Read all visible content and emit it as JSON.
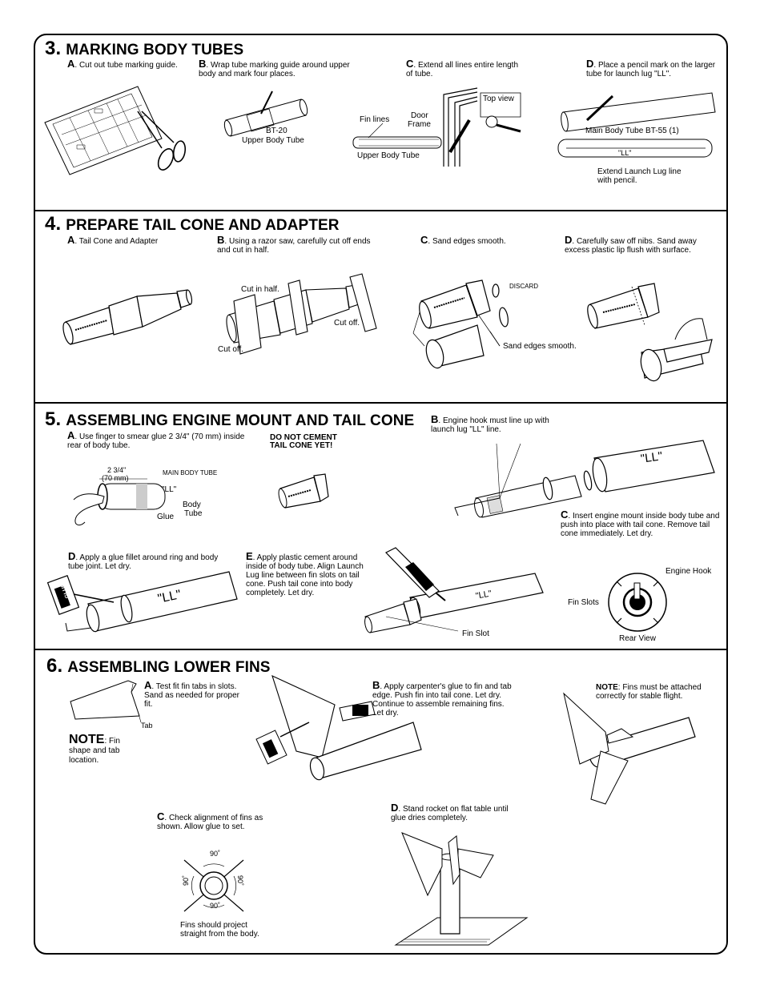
{
  "sections": [
    {
      "number": "3.",
      "title": "MARKING BODY TUBES",
      "steps": [
        {
          "letter": "A",
          "text": ". Cut out tube marking guide."
        },
        {
          "letter": "B",
          "text": ". Wrap tube marking guide around upper body and mark four places."
        },
        {
          "letter": "C",
          "text": ". Extend all lines entire length of tube."
        },
        {
          "letter": "D",
          "text": ". Place a pencil mark on the larger tube for launch lug \"LL\"."
        }
      ],
      "labels": {
        "bt20": "BT-20",
        "upper_body_tube_b": "Upper Body Tube",
        "top_view": "Top view",
        "door_frame_1": "Door",
        "door_frame_2": "Frame",
        "fin_lines": "Fin lines",
        "upper_body_tube_c": "Upper Body Tube",
        "main_body_tube": "Main Body Tube  BT-55 (1)",
        "ll": "\"LL\"",
        "extend_1": "Extend Launch Lug line",
        "extend_2": "with pencil."
      }
    },
    {
      "number": "4.",
      "title": "PREPARE TAIL CONE AND ADAPTER",
      "steps": [
        {
          "letter": "A",
          "text": ". Tail Cone and Adapter"
        },
        {
          "letter": "B",
          "text": ". Using a razor saw, carefully cut off ends and cut in half."
        },
        {
          "letter": "C",
          "text": ". Sand edges smooth."
        },
        {
          "letter": "D",
          "text": ". Carefully saw off nibs. Sand away excess plastic lip flush with surface."
        }
      ],
      "labels": {
        "cut_in_half": "Cut in half.",
        "cut_off_1": "Cut off.",
        "cut_off_2": "Cut off.",
        "discard": "DISCARD",
        "sand_edges": "Sand edges smooth."
      }
    },
    {
      "number": "5.",
      "title": "ASSEMBLING ENGINE MOUNT AND TAIL CONE",
      "steps": [
        {
          "letter": "A",
          "text": ". Use finger to smear glue 2 3/4\" (70 mm) inside rear of body tube."
        },
        {
          "letter": "B",
          "text": ". Engine hook must line up with launch lug \"LL\" line."
        },
        {
          "letter": "C",
          "text": ". Insert engine mount inside body tube and push into place with tail cone. Remove tail cone immediately.  Let dry."
        },
        {
          "letter": "D",
          "text": ".  Apply a glue fillet around ring and body tube joint.  Let dry."
        },
        {
          "letter": "E",
          "text": ". Apply plastic cement around inside of body tube.  Align Launch Lug line between fin slots on tail cone. Push tail cone into body completely.  Let dry."
        }
      ],
      "labels": {
        "do_not_cement_1": "DO NOT CEMENT",
        "do_not_cement_2": "TAIL CONE YET!",
        "dim_1": "2 3/4\"",
        "dim_2": "(70 mm)",
        "main_body_tube": "MAIN BODY TUBE",
        "ll_a": "\"LL\"",
        "body_tube_1": "Body",
        "body_tube_2": "Tube",
        "glue": "Glue",
        "ll_big_b": "\"LL\"",
        "ll_big_d": "\"LL\"",
        "ll_e": "\"LL\"",
        "glue_bottle": "GLUE",
        "fin_slot": "Fin Slot",
        "engine_hook": "Engine Hook",
        "fin_slots": "Fin Slots",
        "rear_view": "Rear View"
      }
    },
    {
      "number": "6.",
      "title": "ASSEMBLING LOWER FINS",
      "steps": [
        {
          "letter": "A",
          "text": ". Test fit fin tabs in slots. Sand as needed for proper fit."
        },
        {
          "letter": "B",
          "text": ". Apply carpenter's glue to fin and tab edge. Push fin into tail cone. Let dry. Continue to assemble remaining fins. Let dry."
        },
        {
          "letter": "C",
          "text": ". Check alignment of fins as shown. Allow glue to set."
        },
        {
          "letter": "D",
          "text": ". Stand rocket on flat table until glue dries completely."
        }
      ],
      "labels": {
        "tab": "Tab",
        "note_word": "NOTE",
        "note_text": ": Fin shape and tab location.",
        "note2_word": "NOTE",
        "note2_text": ": Fins must be attached correctly for stable flight.",
        "deg_top": "90˚",
        "deg_bottom": "90˚",
        "deg_left": "90˚",
        "deg_right": "90˚",
        "fins_project_1": "Fins should project",
        "fins_project_2": "straight from the body."
      }
    }
  ]
}
